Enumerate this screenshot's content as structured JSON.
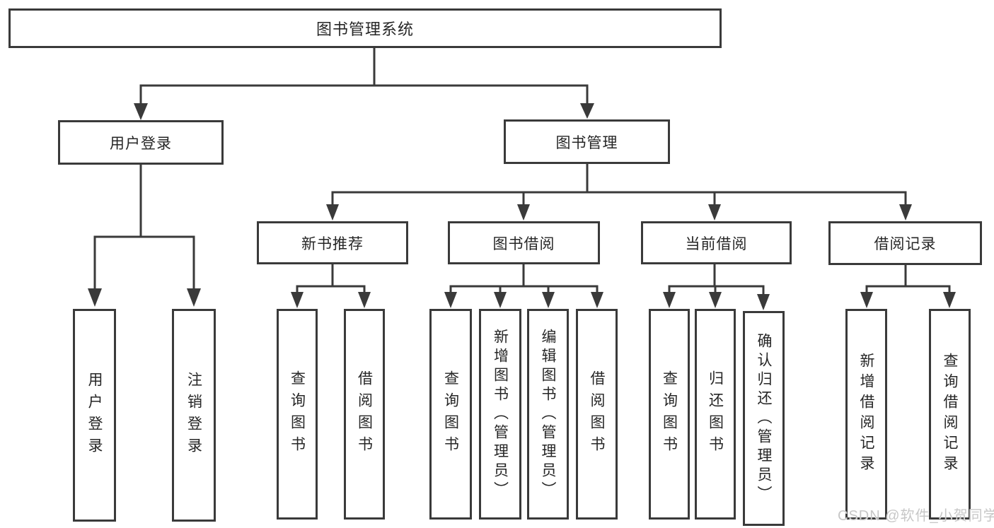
{
  "diagram_title": "图书管理系统",
  "tree": {
    "root": {
      "label": "图书管理系统",
      "children": [
        {
          "label": "用户登录",
          "children": [
            {
              "label": "用户登录"
            },
            {
              "label": "注销登录"
            }
          ]
        },
        {
          "label": "图书管理",
          "children": [
            {
              "label": "新书推荐",
              "children": [
                {
                  "label": "查询图书"
                },
                {
                  "label": "借阅图书"
                }
              ]
            },
            {
              "label": "图书借阅",
              "children": [
                {
                  "label": "查询图书"
                },
                {
                  "label": "新增图书（管理员）"
                },
                {
                  "label": "编辑图书（管理员）"
                },
                {
                  "label": "借阅图书"
                }
              ]
            },
            {
              "label": "当前借阅",
              "children": [
                {
                  "label": "查询图书"
                },
                {
                  "label": "归还图书"
                },
                {
                  "label": "确认归还（管理员）"
                }
              ]
            },
            {
              "label": "借阅记录",
              "children": [
                {
                  "label": "新增借阅记录"
                },
                {
                  "label": "查询借阅记录"
                }
              ]
            }
          ]
        }
      ]
    }
  },
  "watermark": "CSDN @软件_小贺同学",
  "colors": {
    "background": "#ffffff",
    "line": "#3a3a3a",
    "box_border": "#3a3a3a",
    "box_fill": "#ffffff",
    "text": "#262626",
    "watermark": "#c7c7c7"
  }
}
